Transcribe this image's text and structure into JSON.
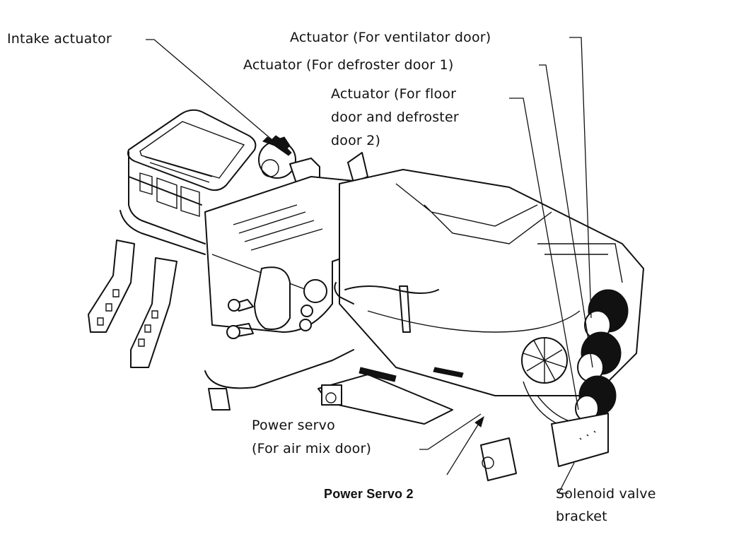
{
  "title": "Heater and air conditioner unit – actuator locations",
  "labels": {
    "intake_actuator": "Intake actuator",
    "ventilator_actuator": "Actuator (For ventilator door)",
    "defroster1_actuator": "Actuator (For defroster door 1)",
    "floor_actuator_line1": "Actuator (For floor",
    "floor_actuator_line2": "door and defroster",
    "floor_actuator_line3": "door 2)",
    "power_servo_line1": "Power servo",
    "power_servo_line2": "(For air mix door)",
    "power_servo_2": "Power Servo 2",
    "solenoid_line1": "Solenoid valve",
    "solenoid_line2": "bracket"
  },
  "colors": {
    "ink": "#111111",
    "background": "#ffffff"
  }
}
